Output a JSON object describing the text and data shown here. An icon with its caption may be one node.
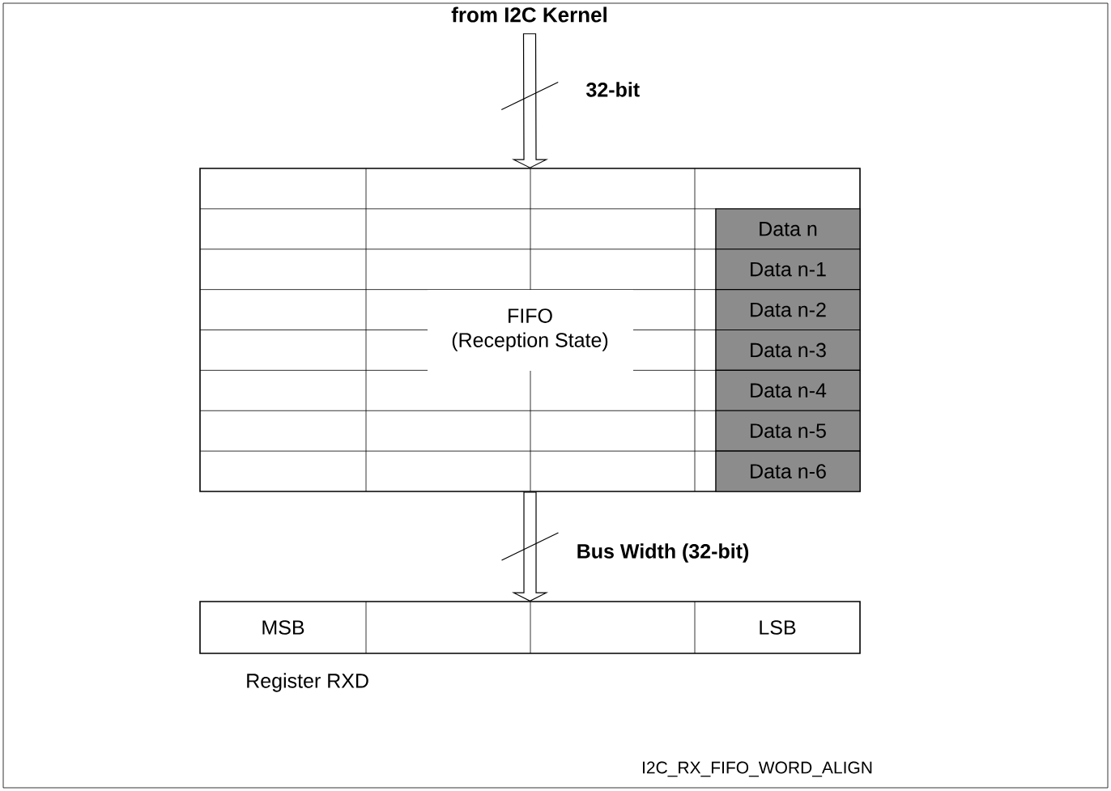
{
  "diagram": {
    "nodes": [
      {
        "text": [
          "from I2C Kernel"
        ]
      },
      {
        "text": [
          "FIFO",
          "(Reception State)"
        ]
      },
      {
        "text": [
          "Data n"
        ],
        "in": 1
      },
      {
        "text": [
          "Data n-1"
        ],
        "in": 1
      },
      {
        "text": [
          "Data n-2"
        ],
        "in": 1
      },
      {
        "text": [
          "Data n-3"
        ],
        "in": 1
      },
      {
        "text": [
          "Data n-4"
        ],
        "in": 1
      },
      {
        "text": [
          "Data n-5"
        ],
        "in": 1
      },
      {
        "text": [
          "Data n-6"
        ],
        "in": 1
      },
      {
        "text": [
          "MSB",
          "LSB"
        ],
        "beside": [
          "Register RXD"
        ]
      }
    ],
    "edges": [
      {
        "from": 0,
        "to": 1,
        "arrow": "to",
        "label": "32-bit"
      },
      {
        "from": 1,
        "to": 9,
        "arrow": "to",
        "label": "Bus Width (32-bit)"
      }
    ],
    "labels": [
      "I2C_RX_FIFO_WORD_ALIGN"
    ]
  }
}
